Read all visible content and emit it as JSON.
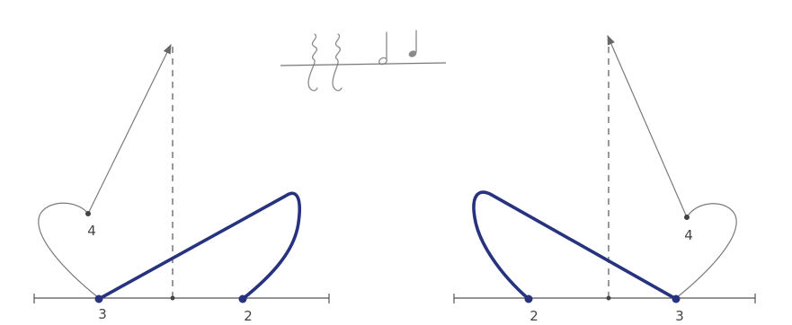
{
  "notation": {
    "symbols": [
      "quarter-rest",
      "quarter-rest",
      "half-note",
      "quarter-note"
    ]
  },
  "left_pattern": {
    "labels": {
      "beat_4": "4",
      "beat_3": "3",
      "beat_2": "2"
    },
    "accent_color": "#27337e"
  },
  "right_pattern": {
    "labels": {
      "beat_4": "4",
      "beat_2": "2",
      "beat_3": "3"
    },
    "accent_color": "#27337e"
  }
}
